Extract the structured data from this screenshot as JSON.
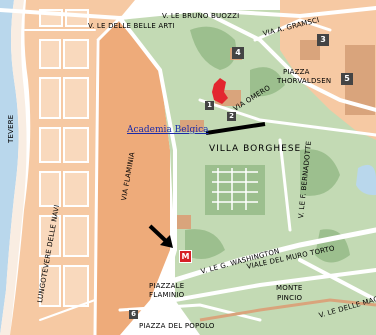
{
  "labels": {
    "bruno_buozzi": "V. LE BRUNO BUOZZI",
    "belle_arti": "V. LE DELLE BELLE ARTI",
    "gramsci": "VIA A. GRAMSCI",
    "piazza": "PIAZZA",
    "thorvaldsen": "THORVALDSEN",
    "via_omero": "VIA OMERO",
    "tevere": "TEVERE",
    "via_flaminia": "VIA FLAMINIA",
    "villa_borghese": "VILLA BORGHESE",
    "bernadotte": "V. LE F. BERNADOTTE",
    "lungotevere": "LUNGOTEVERE DELLE NAVI",
    "washington": "V. LE G. WASHINGTON",
    "muro_torto": "VIALE DEL MURO TORTO",
    "piazzale": "PIAZZALE",
    "flaminio": "FLAMINIO",
    "monte": "MONTE",
    "pincio": "PINCIO",
    "magnolie": "V. LE DELLE MAGNOLIE",
    "piazza_popolo": "PIAZZA DEL POPOLO"
  },
  "link": {
    "academia": "Academia Belgica"
  },
  "markers": {
    "m1": "1",
    "m2": "2",
    "m3": "3",
    "m4": "4",
    "m5": "5",
    "m6": "6",
    "metro": "M"
  },
  "colors": {
    "water": "#b9d7ec",
    "park": "#c3dab4",
    "park_dark": "#9cbf8e",
    "urban": "#f6c9a3",
    "urban_dark": "#eeab7a",
    "building": "#d9a47c",
    "road": "#ffffff",
    "highlight": "#e3262f",
    "metro": "#d61f26",
    "link": "#1a2aa8"
  }
}
